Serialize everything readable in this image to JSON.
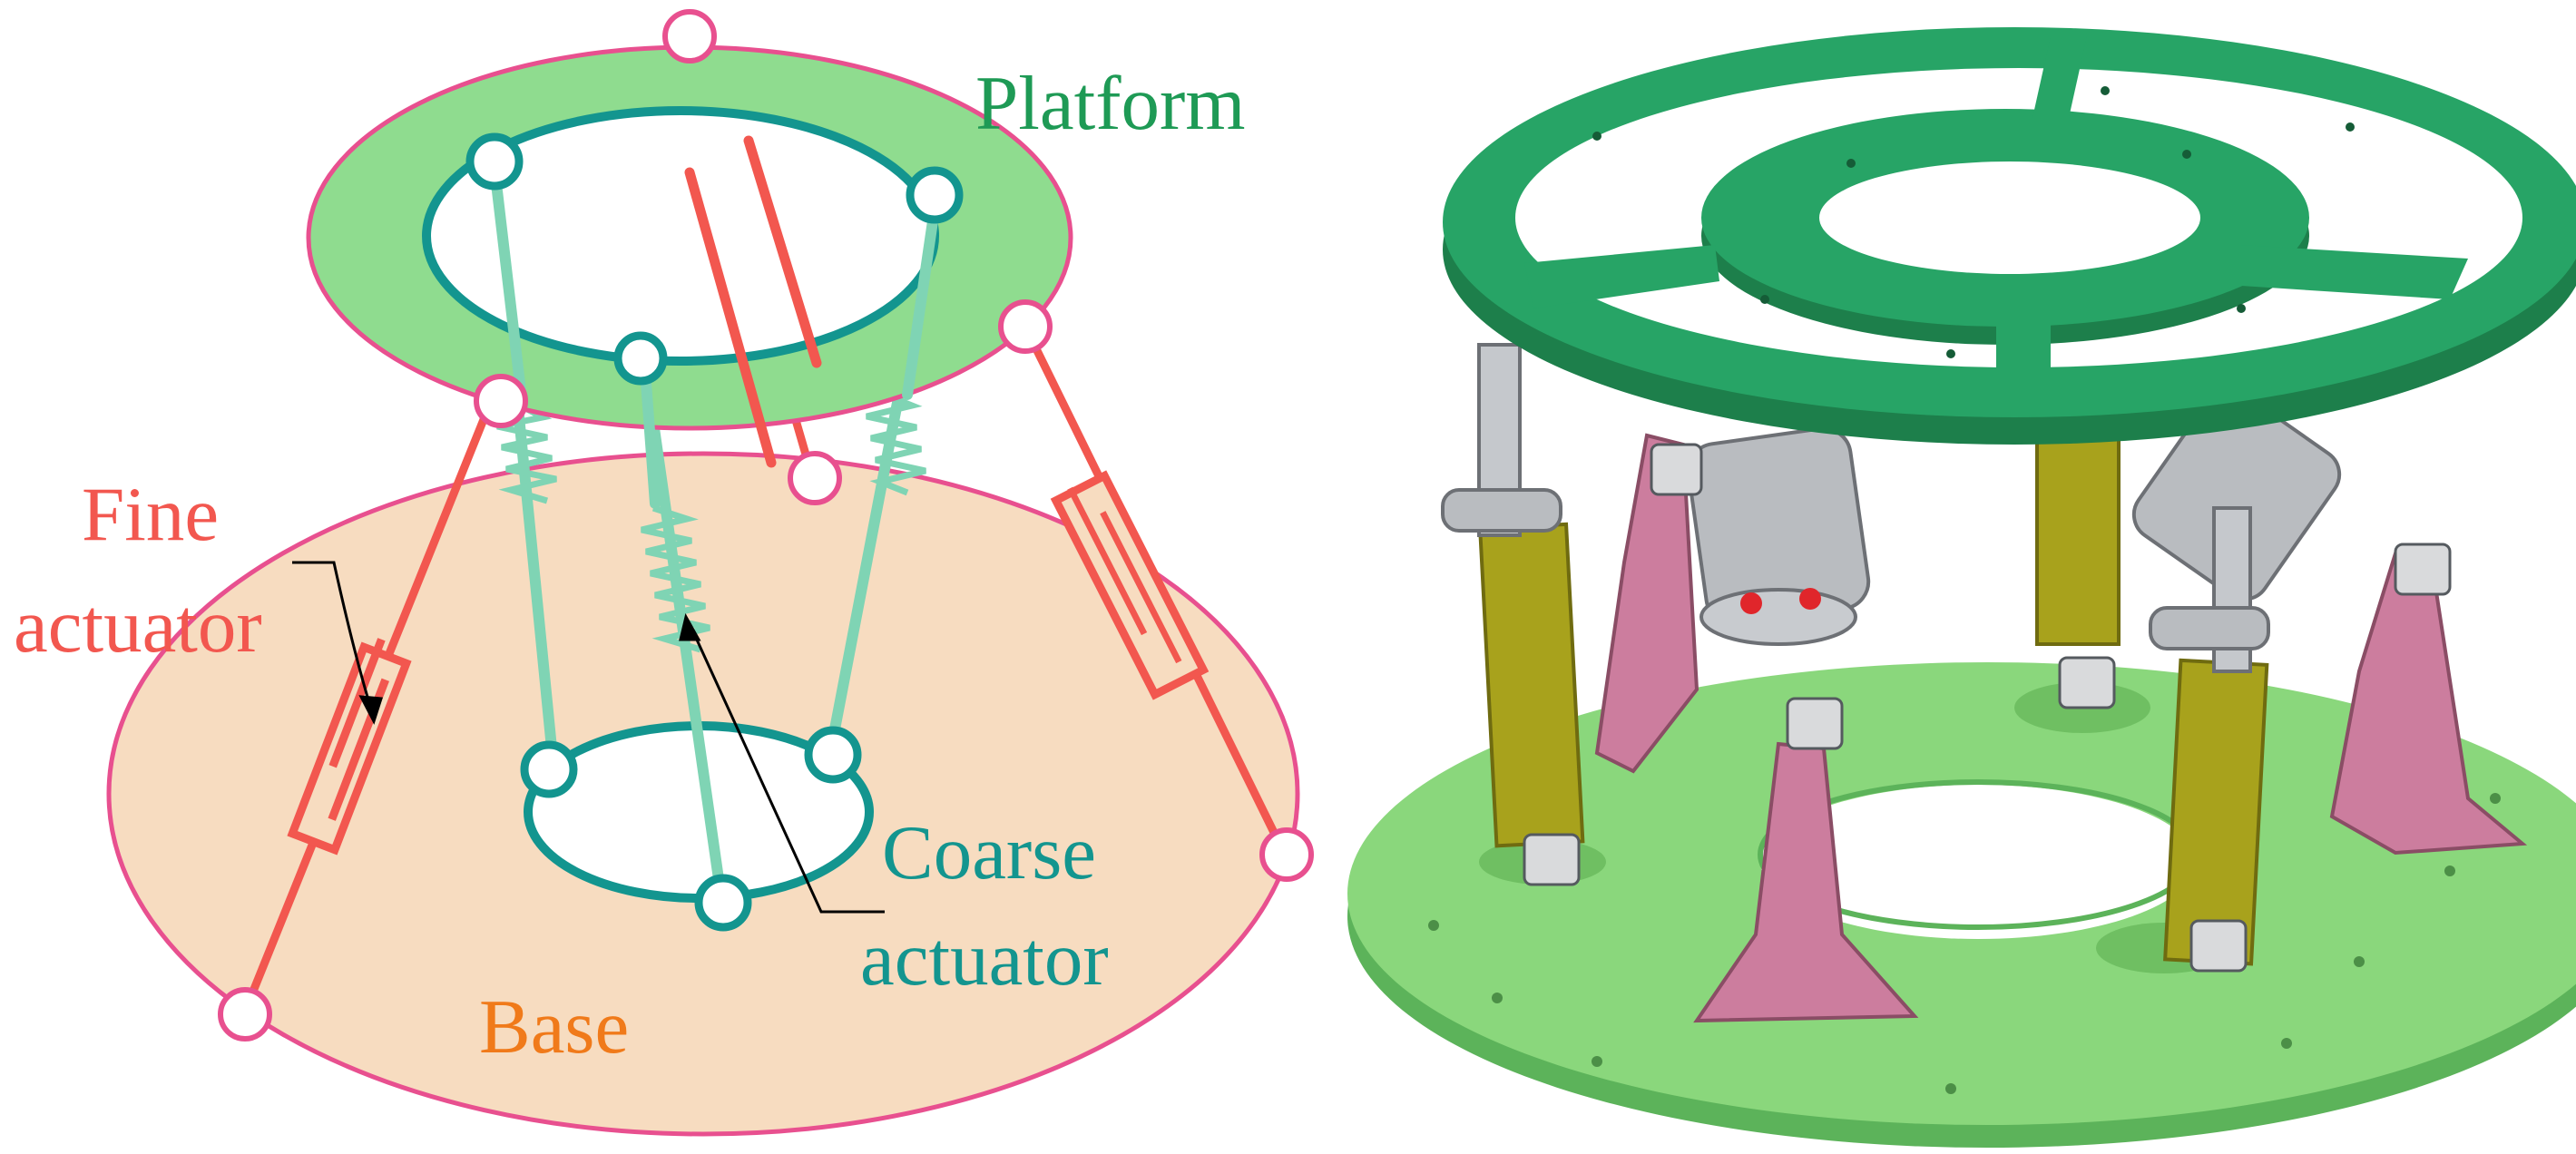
{
  "schematic": {
    "labels": {
      "platform": "Platform",
      "fine_line1": "Fine",
      "fine_line2": "actuator",
      "coarse_line1": "Coarse",
      "coarse_line2": "actuator",
      "base": "Base"
    }
  },
  "colors": {
    "platform_fill": "#8fdc8f",
    "platform_outline": "#e8508f",
    "inner_ring": "#13958f",
    "base_fill": "#f7dcc0",
    "base_outline": "#e8508f",
    "fine_actuator": "#f2574f",
    "coarse_strut": "#7fd4b4",
    "joint_outline": "#e8508f",
    "cad_platform": "#27a466",
    "cad_base": "#7fd16f",
    "cad_bracket": "#cc7d9e",
    "cad_cylinder": "#a8a21c",
    "cad_metal": "#b9bcc0"
  }
}
